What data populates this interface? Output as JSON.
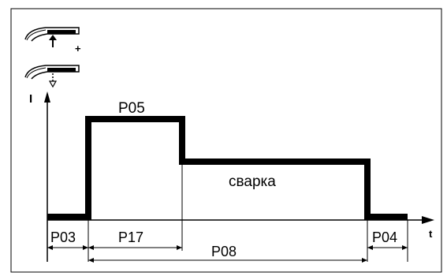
{
  "diagram": {
    "axis_y_label": "I",
    "axis_x_label": "t",
    "torch_signals": {
      "press_symbol": "+"
    },
    "phases": {
      "top_label": "P05",
      "weld_label": "сварка"
    },
    "intervals": {
      "p03": "P03",
      "p17": "P17",
      "p08": "P08",
      "p04": "P04"
    }
  },
  "icons": {
    "torch_trigger_pressed": "torch-trigger-pressed-icon",
    "torch_trigger_released": "torch-trigger-released-icon"
  },
  "colors": {
    "line": "#000000",
    "background": "#ffffff"
  }
}
